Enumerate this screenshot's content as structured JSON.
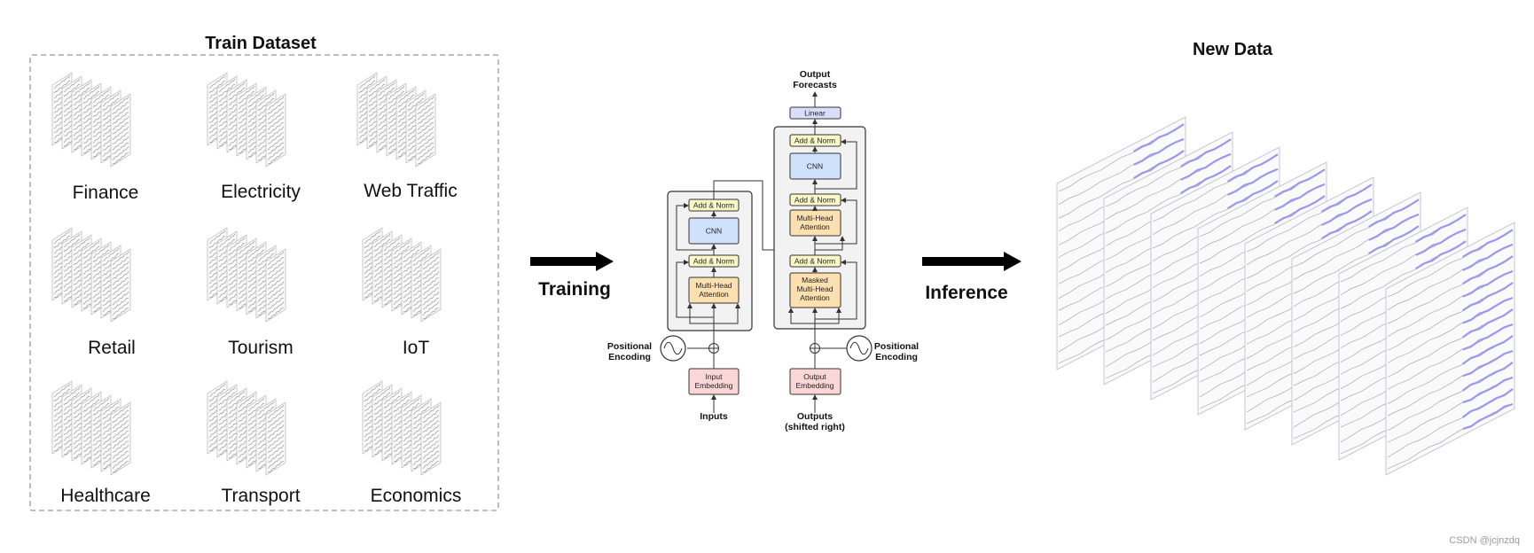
{
  "train_dataset": {
    "title": "Train Dataset",
    "categories": [
      "Finance",
      "Electricity",
      "Web Traffic",
      "Retail",
      "Tourism",
      "IoT",
      "Healthcare",
      "Transport",
      "Economics"
    ]
  },
  "arrows": {
    "training": "Training",
    "inference": "Inference"
  },
  "model": {
    "encoder": {
      "add_norm_top": "Add & Norm",
      "cnn": "CNN",
      "add_norm_bottom": "Add & Norm",
      "attention": [
        "Multi-Head",
        "Attention"
      ],
      "embedding": [
        "Input",
        "Embedding"
      ],
      "positional": [
        "Positional",
        "Encoding"
      ],
      "input_label": "Inputs"
    },
    "decoder": {
      "output_label": [
        "Output",
        "Forecasts"
      ],
      "linear": "Linear",
      "add_norm_1": "Add & Norm",
      "cnn": "CNN",
      "add_norm_2": "Add & Norm",
      "attention": [
        "Multi-Head",
        "Attention"
      ],
      "add_norm_3": "Add & Norm",
      "masked_attention": [
        "Masked",
        "Multi-Head",
        "Attention"
      ],
      "embedding": [
        "Output",
        "Embedding"
      ],
      "positional": [
        "Positional",
        "Encoding"
      ],
      "input_label": [
        "Outputs",
        "(shifted right)"
      ]
    },
    "colors": {
      "add_norm": "#fbf8c8",
      "cnn": "#cfe2fb",
      "attention": "#fde0b0",
      "embedding": "#fbd6d6",
      "linear": "#dcdcfb",
      "block_bg": "#f2f2f2",
      "stroke": "#333333"
    }
  },
  "new_data": {
    "title": "New Data",
    "highlight_color": "#8c8cf0"
  },
  "watermark": "CSDN @jcjnzdq"
}
